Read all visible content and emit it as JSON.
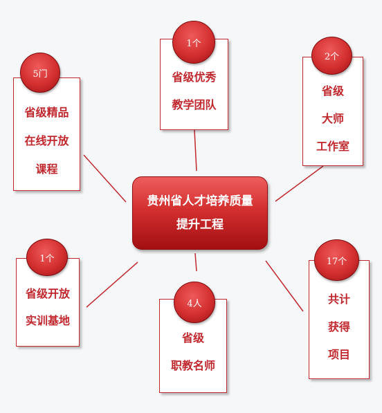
{
  "center": {
    "line1": "贵州省人才培养质量",
    "line2": "提升工程"
  },
  "nodes": {
    "top": {
      "badge": "1个",
      "lines": [
        "省级优秀",
        "教学团队"
      ]
    },
    "tl": {
      "badge": "5门",
      "lines": [
        "省级精品",
        "在线开放",
        "课程"
      ]
    },
    "tr": {
      "badge": "2个",
      "lines": [
        "省级",
        "大师",
        "工作室"
      ]
    },
    "bl": {
      "badge": "1个",
      "lines": [
        "省级开放",
        "实训基地"
      ]
    },
    "bottom": {
      "badge": "4人",
      "lines": [
        "省级",
        "职教名师"
      ]
    },
    "br": {
      "badge": "17个",
      "lines": [
        "共计",
        "获得",
        "项目"
      ]
    }
  },
  "colors": {
    "accent": "#c0272d",
    "center_top": "#ee5e5e",
    "center_bottom": "#a30f13",
    "background": "#f6f7f8"
  }
}
